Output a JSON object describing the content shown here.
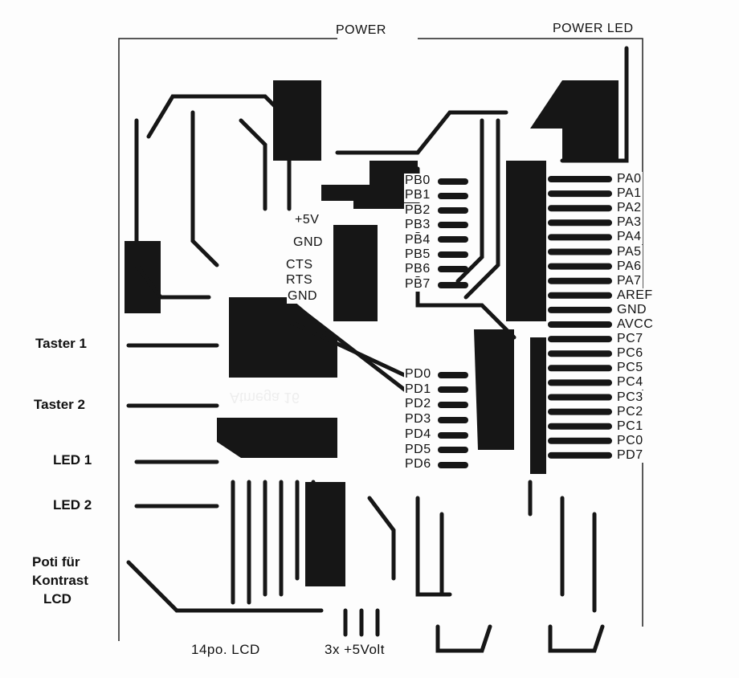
{
  "top_labels": {
    "power": "POWER",
    "power_led": "POWER LED"
  },
  "bottom_labels": {
    "lcd": "14po. LCD",
    "supply": "3x +5Volt"
  },
  "side_labels": {
    "taster1": "Taster 1",
    "taster2": "Taster 2",
    "led1": "LED 1",
    "led2": "LED 2",
    "poti": [
      "Poti für",
      "Kontrast",
      "LCD"
    ]
  },
  "serial_labels": [
    "+5V",
    "GND",
    "CTS",
    "RTS",
    "GND"
  ],
  "chip_label": "Atmega 16",
  "port_b": [
    "PB0",
    "PB1",
    "PB2",
    "PB3",
    "PB4",
    "PB5",
    "PB6",
    "PB7"
  ],
  "port_d_left": [
    "PD0",
    "PD1",
    "PD2",
    "PD3",
    "PD4",
    "PD5",
    "PD6"
  ],
  "right_pins": [
    "PA0",
    "PA1",
    "PA2",
    "PA3",
    "PA4",
    "PA5",
    "PA6",
    "PA7",
    "AREF",
    "GND",
    "AVCC",
    "PC7",
    "PC6",
    "PC5",
    "PC4",
    "PC3",
    "PC2",
    "PC1",
    "PC0",
    "PD7"
  ],
  "colors": {
    "copper": "#141414",
    "board": "#fdfdfd"
  }
}
